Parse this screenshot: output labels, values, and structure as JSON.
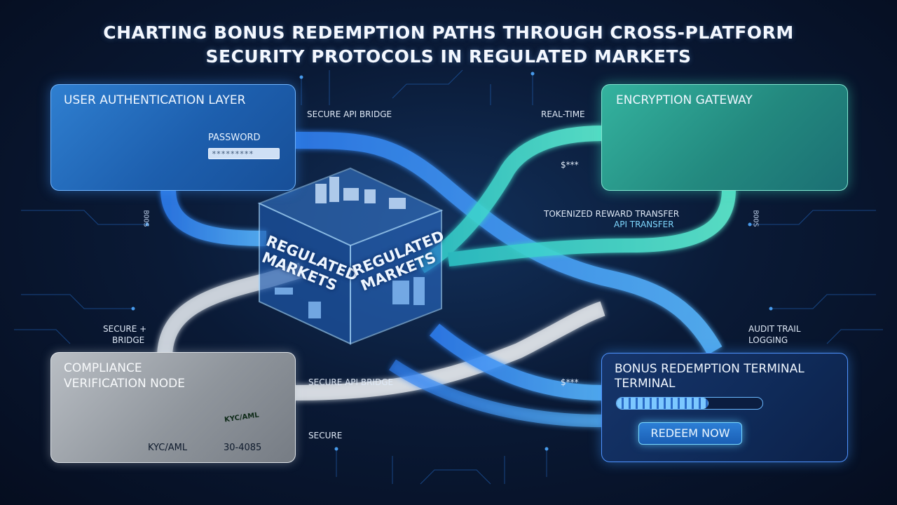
{
  "title": {
    "line1": "CHARTING BONUS REDEMPTION PATHS THROUGH CROSS-PLATFORM",
    "line2": "SECURITY PROTOCOLS IN REGULATED MARKETS"
  },
  "auth_panel": {
    "title": "USER AUTHENTICATION LAYER",
    "password_label": "PASSWORD",
    "password_value": "*********"
  },
  "encryption_panel": {
    "title": "ENCRYPTION GATEWAY"
  },
  "compliance_panel": {
    "title_line1": "COMPLIANCE",
    "title_line2": "VERIFICATION NODE",
    "doc_label": "KYC/AML",
    "stamp_label": "KYC/AML",
    "code": "30-4085"
  },
  "bonus_panel": {
    "title_line1": "BONUS REDEMPTION TERMINAL",
    "title_line2": "TERMINAL",
    "progress": 0.63,
    "button_label": "REDEEM NOW"
  },
  "cube": {
    "left_label": "REGULATED MARKETS",
    "right_label": "REGULATED MARKETS"
  },
  "path_labels": {
    "secure_api_bridge_top": "SECURE API BRIDGE",
    "real_time": "REAL-TIME",
    "masked_top": "$***",
    "tokenized_transfer": "TOKENIZED REWARD TRANSFER",
    "api_transfer": "API TRANSFER",
    "secure_bridge_left_1": "SECURE +",
    "secure_bridge_left_2": "BRIDGE",
    "audit_trail_1": "AUDIT TRAIL",
    "audit_trail_2": "LOGGING",
    "secure_api_bridge_bottom": "SECURE API BRIDGE",
    "masked_bottom": "$***",
    "secure_bottom": "SECURE",
    "vertical_left": "BOOS",
    "vertical_right": "BOOS"
  },
  "colors": {
    "auth": "#2f7fd0",
    "encryption": "#34b39f",
    "compliance": "#9aa0a6",
    "bonus": "#16356b",
    "path_blue": "#4aa3ff",
    "path_teal": "#3fe0c5",
    "path_white": "#d8dde3"
  }
}
